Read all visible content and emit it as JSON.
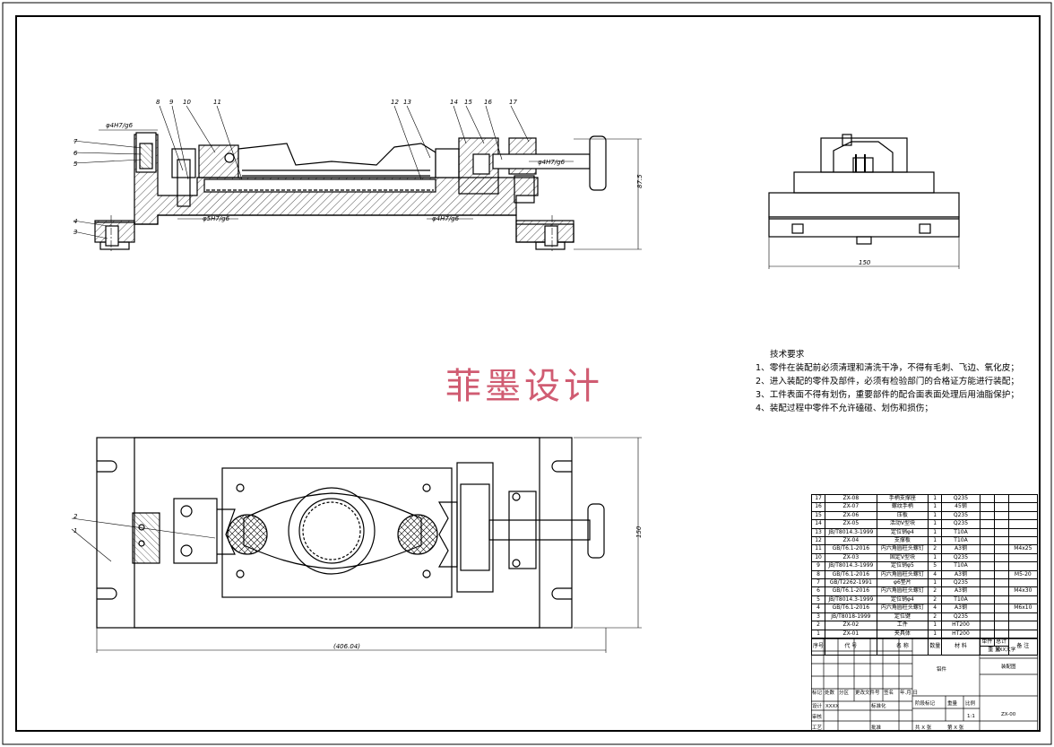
{
  "watermark": "菲墨设计",
  "tech_requirements": {
    "title": "技术要求",
    "items": [
      "1、零件在装配前必须清理和清洗干净，不得有毛刺、飞边、氧化皮；",
      "2、进入装配的零件及部件，必须有检验部门的合格证方能进行装配；",
      "3、工件表面不得有划伤，重要部件的配合面表面处理后用油脂保护；",
      "4、装配过程中零件不允许磕碰、划伤和损伤；"
    ]
  },
  "dimensions": {
    "height": "87.5",
    "side_width": "150",
    "plan_width": "150",
    "overall_length": "(406.04)",
    "fit_top_left": "φ4H7/g6",
    "fit_bottom_left": "φ5H7/g6",
    "fit_bottom_mid": "φ4H7/g6",
    "fit_right": "φ4H7/g6"
  },
  "balloons_front": [
    "7",
    "6",
    "5",
    "4",
    "3",
    "8",
    "9",
    "10",
    "11",
    "12",
    "13",
    "14",
    "15",
    "16",
    "17"
  ],
  "balloons_plan": [
    "2",
    "1"
  ],
  "bom": [
    {
      "no": "17",
      "code": "ZX-08",
      "name": "手柄支撑座",
      "qty": "1",
      "mat": "Q235",
      "note": ""
    },
    {
      "no": "16",
      "code": "ZX-07",
      "name": "螺纹手柄",
      "qty": "1",
      "mat": "45钢",
      "note": ""
    },
    {
      "no": "15",
      "code": "ZX-06",
      "name": "压板",
      "qty": "1",
      "mat": "Q235",
      "note": ""
    },
    {
      "no": "14",
      "code": "ZX-05",
      "name": "活动V型块",
      "qty": "1",
      "mat": "Q235",
      "note": ""
    },
    {
      "no": "13",
      "code": "JB/T8014.3-1999",
      "name": "定位销φ4",
      "qty": "1",
      "mat": "T10A",
      "note": ""
    },
    {
      "no": "12",
      "code": "ZX-04",
      "name": "支撑板",
      "qty": "1",
      "mat": "T10A",
      "note": ""
    },
    {
      "no": "11",
      "code": "GB/T6.1-2016",
      "name": "内六角圆柱头螺钉",
      "qty": "2",
      "mat": "A3钢",
      "note": "M4x25"
    },
    {
      "no": "10",
      "code": "ZX-03",
      "name": "固定V型块",
      "qty": "1",
      "mat": "Q235",
      "note": ""
    },
    {
      "no": "9",
      "code": "JB/T8014.3-1999",
      "name": "定位销φ5",
      "qty": "5",
      "mat": "T10A",
      "note": ""
    },
    {
      "no": "8",
      "code": "GB/T6.1-2016",
      "name": "内六角圆柱头螺钉",
      "qty": "4",
      "mat": "A3钢",
      "note": "M5-20"
    },
    {
      "no": "7",
      "code": "GB/T2262-1991",
      "name": "φ6垫片",
      "qty": "1",
      "mat": "Q235",
      "note": ""
    },
    {
      "no": "6",
      "code": "GB/T6.1-2016",
      "name": "内六角圆柱头螺钉",
      "qty": "2",
      "mat": "A3钢",
      "note": "M4x30"
    },
    {
      "no": "5",
      "code": "JB/T8014.3-1999",
      "name": "定位销φ4",
      "qty": "2",
      "mat": "T10A",
      "note": ""
    },
    {
      "no": "4",
      "code": "GB/T6.1-2016",
      "name": "内六角圆柱头螺钉",
      "qty": "4",
      "mat": "A3钢",
      "note": "M6x10"
    },
    {
      "no": "3",
      "code": "JB/T8018-1999",
      "name": "定位键",
      "qty": "2",
      "mat": "Q235",
      "note": ""
    },
    {
      "no": "2",
      "code": "ZX-02",
      "name": "工件",
      "qty": "1",
      "mat": "HT200",
      "note": ""
    },
    {
      "no": "1",
      "code": "ZX-01",
      "name": "夹具体",
      "qty": "1",
      "mat": "HT200",
      "note": ""
    }
  ],
  "bom_header": {
    "no": "序号",
    "code": "代  号",
    "name": "名        称",
    "qty": "数量",
    "mat": "材    料",
    "unit_wt": "单件",
    "total_wt": "总计",
    "weight": "重  量",
    "note": "备  注"
  },
  "title_block": {
    "school": "XXX大学",
    "drawing_name": "装配图",
    "drawing_no": "ZX-00",
    "material_cell": "铝件",
    "scale": "1:1",
    "stage": "阶段标记",
    "weight": "重量",
    "ratio": "比例",
    "sheets": "共 X 张",
    "sheet": "第 X 张",
    "row_labels": [
      "标记",
      "处数",
      "分区",
      "更改文件号",
      "签名",
      "年.月.日"
    ],
    "design": "设计",
    "designer": "XXXX",
    "standardize": "标准化",
    "review": "审核",
    "process": "工艺",
    "approve": "批准"
  }
}
